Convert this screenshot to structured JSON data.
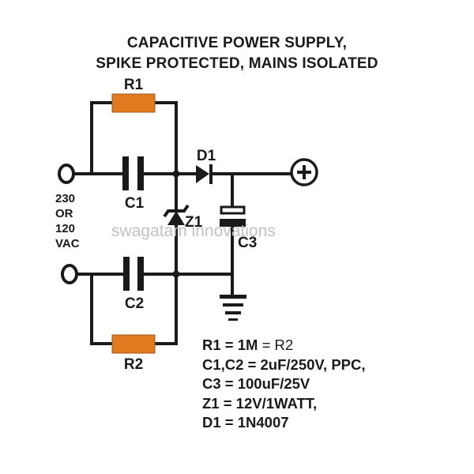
{
  "title": {
    "line1": "CAPACITIVE POWER SUPPLY,",
    "line2": "SPIKE PROTECTED, MAINS ISOLATED"
  },
  "components": {
    "r1": {
      "label": "R1",
      "color": "#e07b20"
    },
    "r2": {
      "label": "R2",
      "color": "#e07b20"
    },
    "c1": {
      "label": "C1"
    },
    "c2": {
      "label": "C2"
    },
    "c3": {
      "label": "C3"
    },
    "d1": {
      "label": "D1"
    },
    "z1": {
      "label": "Z1"
    },
    "output_terminal": {
      "symbol": "+"
    },
    "ground": {
      "symbol": "ground"
    }
  },
  "input_label": {
    "lines": [
      "230",
      "OR",
      "120",
      "VAC"
    ]
  },
  "watermark": "swagatam innovations",
  "specs": {
    "r_bold": "R1 = 1M",
    "r_thin": " = R2",
    "c12": "C1,C2 = 2uF/250V, PPC,",
    "c3": "C3 = 100uF/25V",
    "z1": "Z1 = 12V/1WATT,",
    "d1": "D1 = 1N4007"
  },
  "colors": {
    "wire": "#1a1a1a",
    "resistor_fill": "#e07b20",
    "resistor_stroke": "#a0551a",
    "watermark": "#c4c0c0"
  }
}
